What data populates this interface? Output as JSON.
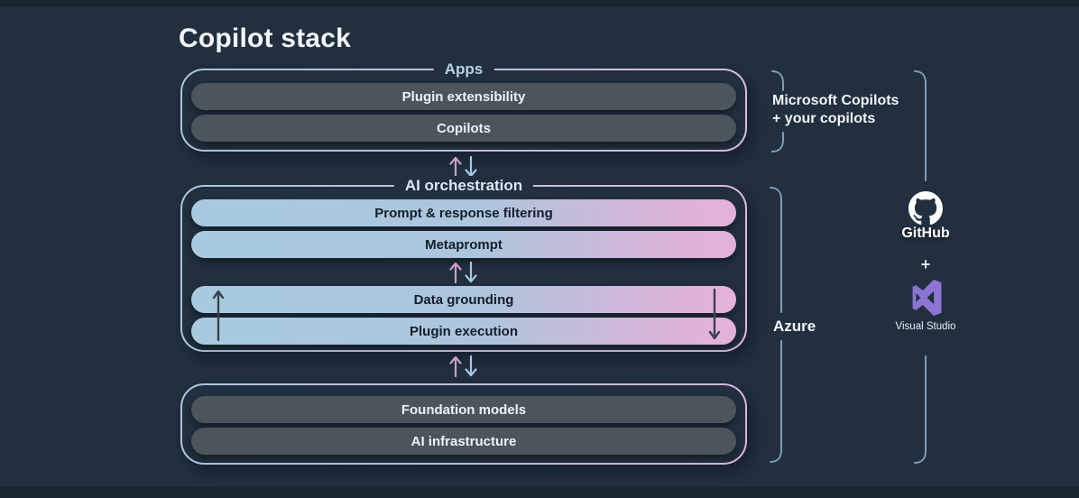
{
  "title": "Copilot stack",
  "stack": {
    "apps": {
      "label": "Apps",
      "pills": [
        "Plugin extensibility",
        "Copilots"
      ]
    },
    "orchestration": {
      "label": "AI orchestration",
      "pills": [
        "Prompt & response filtering",
        "Metaprompt",
        "Data grounding",
        "Plugin execution"
      ]
    },
    "foundation": {
      "pills": [
        "Foundation models",
        "AI infrastructure"
      ]
    }
  },
  "annotations": {
    "copilots_note": {
      "line1": "Microsoft Copilots",
      "line2": "+ your copilots"
    },
    "azure_label": "Azure",
    "github_label": "GitHub",
    "plus_sign": "+",
    "visual_studio_label": "Visual Studio"
  },
  "icons": {
    "github": "github-octocat-icon",
    "visual_studio": "visual-studio-icon",
    "up_arrow": "up-arrow-icon",
    "down_arrow": "down-arrow-icon"
  },
  "colors": {
    "background": "#212f3e",
    "pill_dark": "#4c545c",
    "pill_gradient_blue": "#a8cade",
    "pill_gradient_pink": "#e6b1db",
    "box_border_blue": "#a9c6dc",
    "box_border_pink": "#d8bbdf",
    "bracket": "#7d9fb5",
    "arrow_up_pink": "#c8a0c6",
    "arrow_down_blue": "#a5c8de",
    "inner_arrow_dark": "#39444f",
    "vs_purple": "#8d74d2",
    "text_light": "#f2f5f8"
  }
}
